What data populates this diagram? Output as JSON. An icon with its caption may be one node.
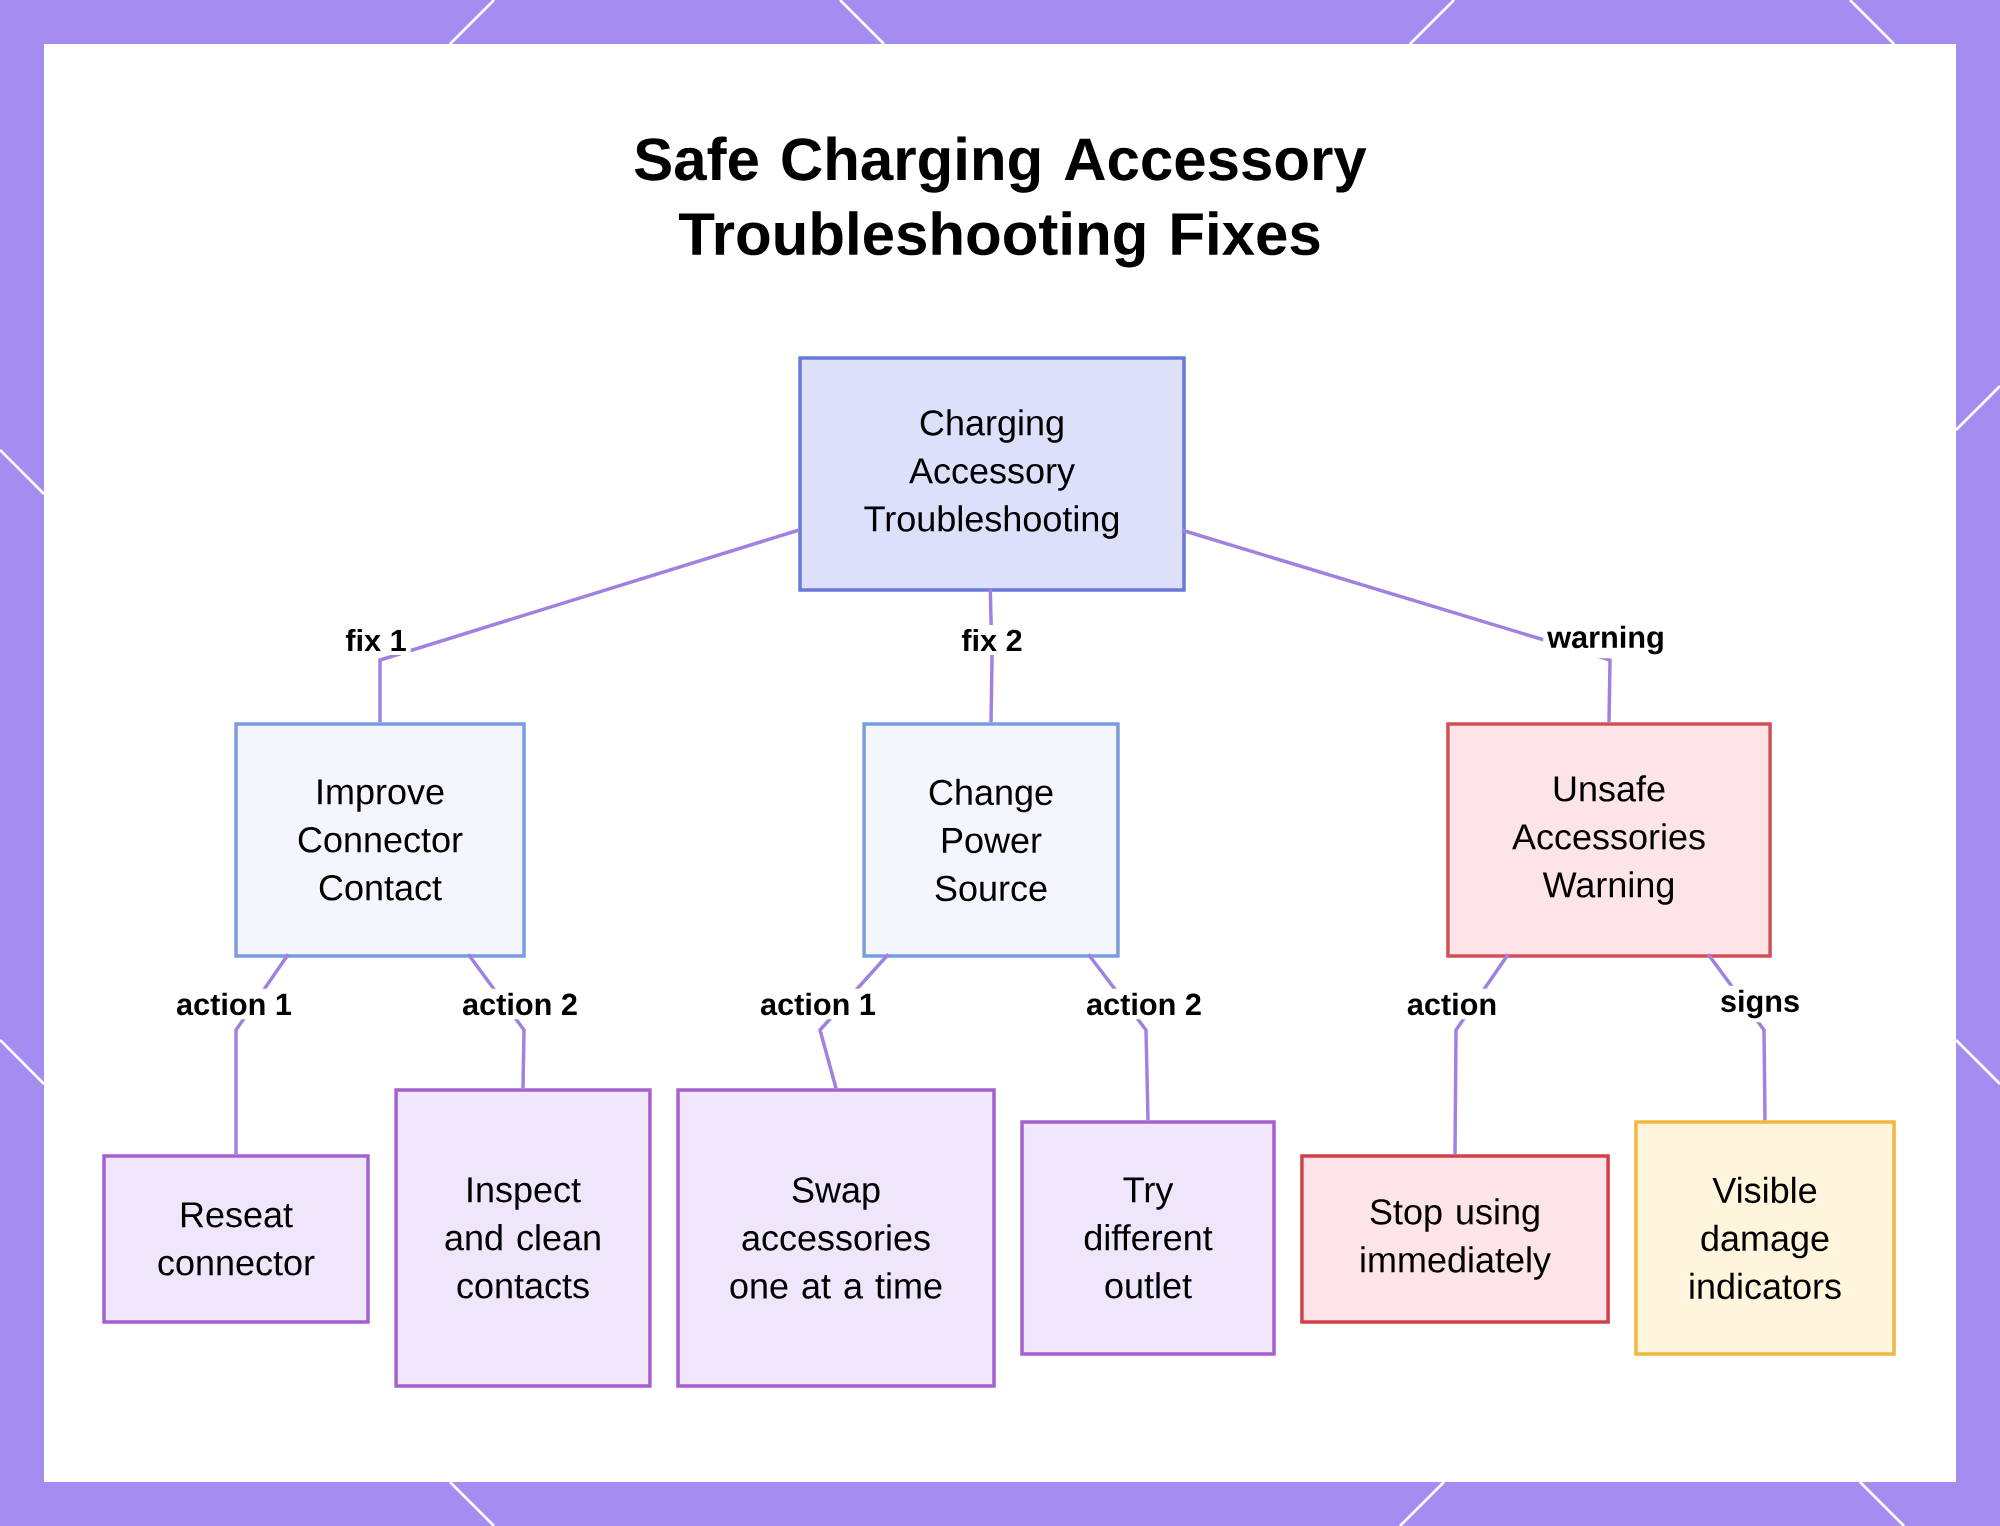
{
  "diagram": {
    "title": "Safe Charging Accessory Troubleshooting Fixes",
    "nodes": [
      {
        "text": [
          "Charging Accessory Troubleshooting"
        ]
      },
      {
        "text": [
          "Improve Connector Contact"
        ]
      },
      {
        "text": [
          "Change Power Source"
        ]
      },
      {
        "text": [
          "Unsafe Accessories Warning"
        ]
      },
      {
        "text": [
          "Reseat connector"
        ]
      },
      {
        "text": [
          "Inspect and clean contacts"
        ]
      },
      {
        "text": [
          "Swap accessories one at a time"
        ]
      },
      {
        "text": [
          "Try different outlet"
        ]
      },
      {
        "text": [
          "Stop using immediately"
        ]
      },
      {
        "text": [
          "Visible damage indicators"
        ]
      }
    ],
    "edges": [
      {
        "from": 0,
        "to": 1,
        "arrow": "none",
        "label": "fix 1"
      },
      {
        "from": 0,
        "to": 2,
        "arrow": "none",
        "label": "fix 2"
      },
      {
        "from": 0,
        "to": 3,
        "arrow": "none",
        "label": "warning"
      },
      {
        "from": 1,
        "to": 4,
        "arrow": "none",
        "label": "action 1"
      },
      {
        "from": 1,
        "to": 5,
        "arrow": "none",
        "label": "action 2"
      },
      {
        "from": 2,
        "to": 6,
        "arrow": "none",
        "label": "action 1"
      },
      {
        "from": 2,
        "to": 7,
        "arrow": "none",
        "label": "action 2"
      },
      {
        "from": 3,
        "to": 8,
        "arrow": "none",
        "label": "action"
      },
      {
        "from": 3,
        "to": 9,
        "arrow": "none",
        "label": "signs"
      }
    ]
  }
}
